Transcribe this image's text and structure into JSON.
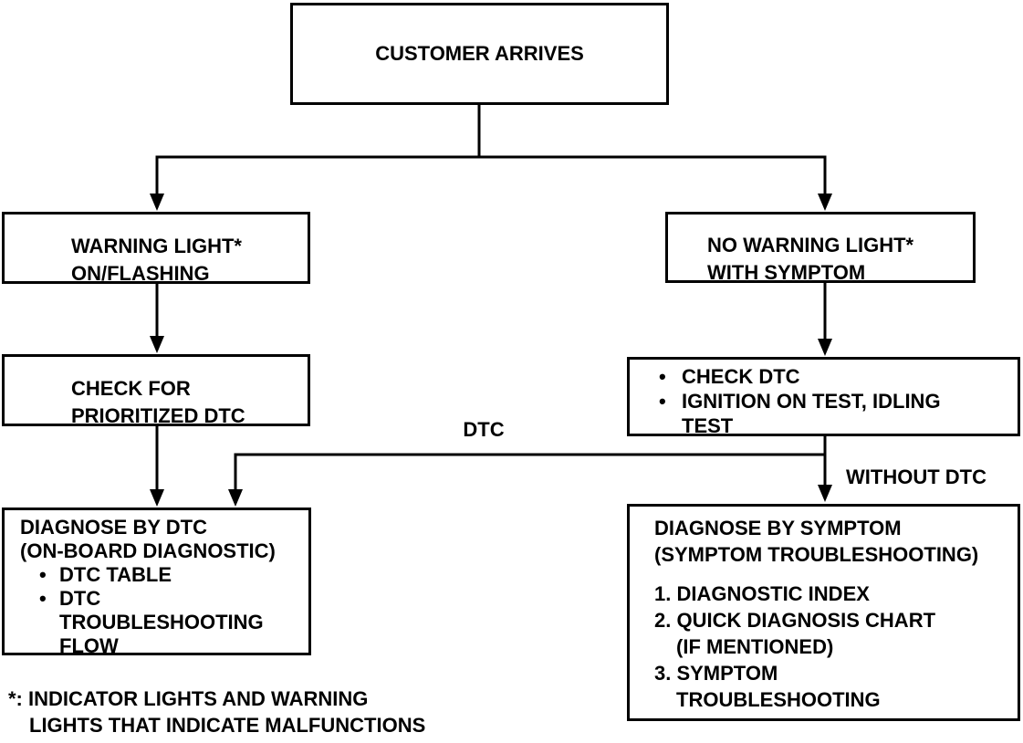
{
  "glyphs": {
    "bullet": "•"
  },
  "colors": {
    "background": "#ffffff",
    "line": "#000000",
    "text": "#000000"
  },
  "labels": {
    "dtc": "DTC",
    "without_dtc": "WITHOUT DTC"
  },
  "nodes": {
    "customer_arrives": {
      "line1": "CUSTOMER ARRIVES"
    },
    "warning_light": {
      "line1": "WARNING LIGHT*",
      "line2": "ON/FLASHING"
    },
    "no_warning_light": {
      "line1": "NO WARNING LIGHT*",
      "line2": "WITH SYMPTOM"
    },
    "check_prioritized_dtc": {
      "line1": "CHECK FOR",
      "line2": "PRIORITIZED DTC"
    },
    "check_dtc": {
      "bullets": [
        {
          "lines": [
            "CHECK DTC"
          ]
        },
        {
          "lines": [
            "IGNITION ON TEST, IDLING",
            "TEST"
          ]
        }
      ]
    },
    "diagnose_by_dtc": {
      "title": [
        "DIAGNOSE BY DTC",
        "(ON-BOARD DIAGNOSTIC)"
      ],
      "bullets": [
        {
          "lines": [
            "DTC TABLE"
          ]
        },
        {
          "lines": [
            "DTC",
            "TROUBLESHOOTING",
            "FLOW"
          ]
        }
      ]
    },
    "diagnose_by_symptom": {
      "title": [
        "DIAGNOSE BY SYMPTOM",
        "(SYMPTOM TROUBLESHOOTING)"
      ],
      "items": [
        {
          "lines": [
            "1. DIAGNOSTIC INDEX"
          ]
        },
        {
          "lines": [
            "2. QUICK DIAGNOSIS CHART",
            "(IF MENTIONED)"
          ]
        },
        {
          "lines": [
            "3. SYMPTOM",
            "TROUBLESHOOTING"
          ]
        }
      ]
    }
  },
  "footnote": {
    "line1": "*: INDICATOR LIGHTS AND WARNING",
    "line2": "LIGHTS THAT INDICATE MALFUNCTIONS"
  }
}
